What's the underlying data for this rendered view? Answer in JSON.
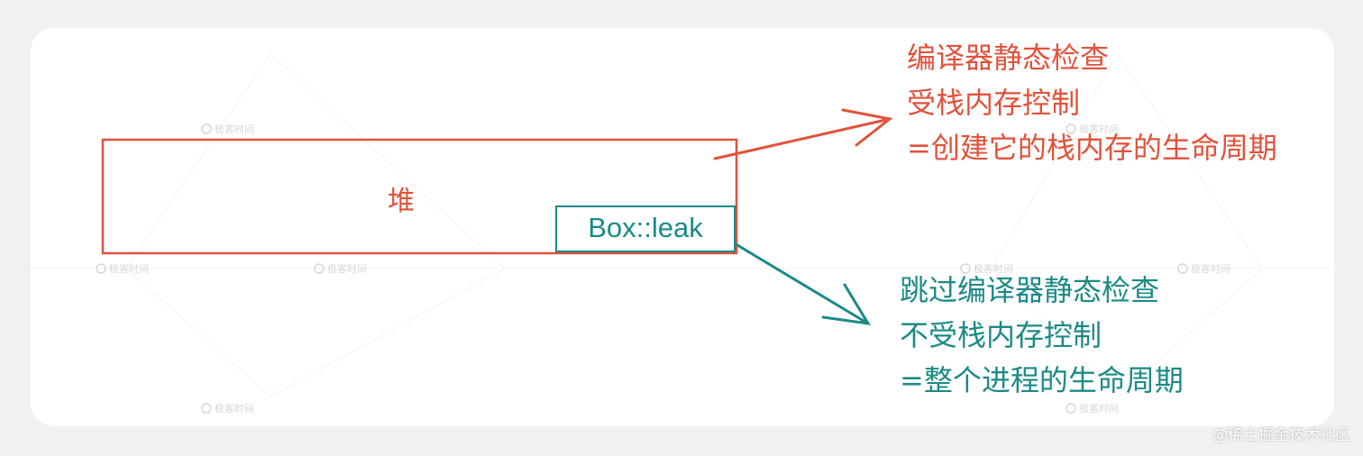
{
  "diagram": {
    "heap_label": "堆",
    "box_leak_label": "Box::leak",
    "compiler_checked": {
      "lines": [
        "编译器静态检查",
        "受栈内存控制",
        "=创建它的栈内存的生命周期"
      ],
      "color": "#e2513a"
    },
    "compiler_skipped": {
      "lines": [
        "跳过编译器静态检查",
        "不受栈内存控制",
        "=整个进程的生命周期"
      ],
      "color": "#1b8a87"
    },
    "watermark_text": "极客时间"
  },
  "credit": "@稀土掘金技术社区"
}
